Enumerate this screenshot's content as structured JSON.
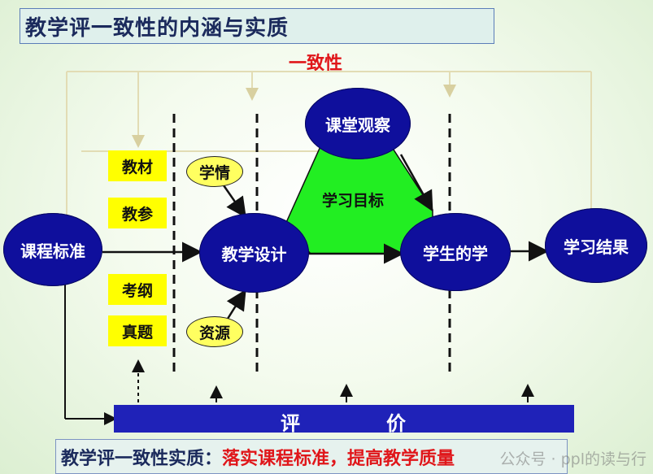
{
  "title": "教学评一致性的内涵与实质",
  "consistency_label": "一致性",
  "nodes": {
    "curriculum_standard": "课程标准",
    "classroom_observation": "课堂观察",
    "teaching_design": "教学设计",
    "student_learning": "学生的学",
    "learning_outcome": "学习结果"
  },
  "learning_goal": "学习目标",
  "materials": [
    "教材",
    "教参",
    "考纲",
    "真题"
  ],
  "ovals": {
    "learning_situation": "学情",
    "resources": "资源"
  },
  "evaluation": {
    "char1": "评",
    "char2": "价"
  },
  "essence": {
    "label": "教学评一致性实质：",
    "value": "落实课程标准，提高教学质量"
  },
  "watermark": "公众号 · ppl的读与行",
  "colors": {
    "node_blue": "#0f0f9c",
    "yellow": "#ffff00",
    "green": "#22ee22",
    "red": "#e0161a"
  }
}
